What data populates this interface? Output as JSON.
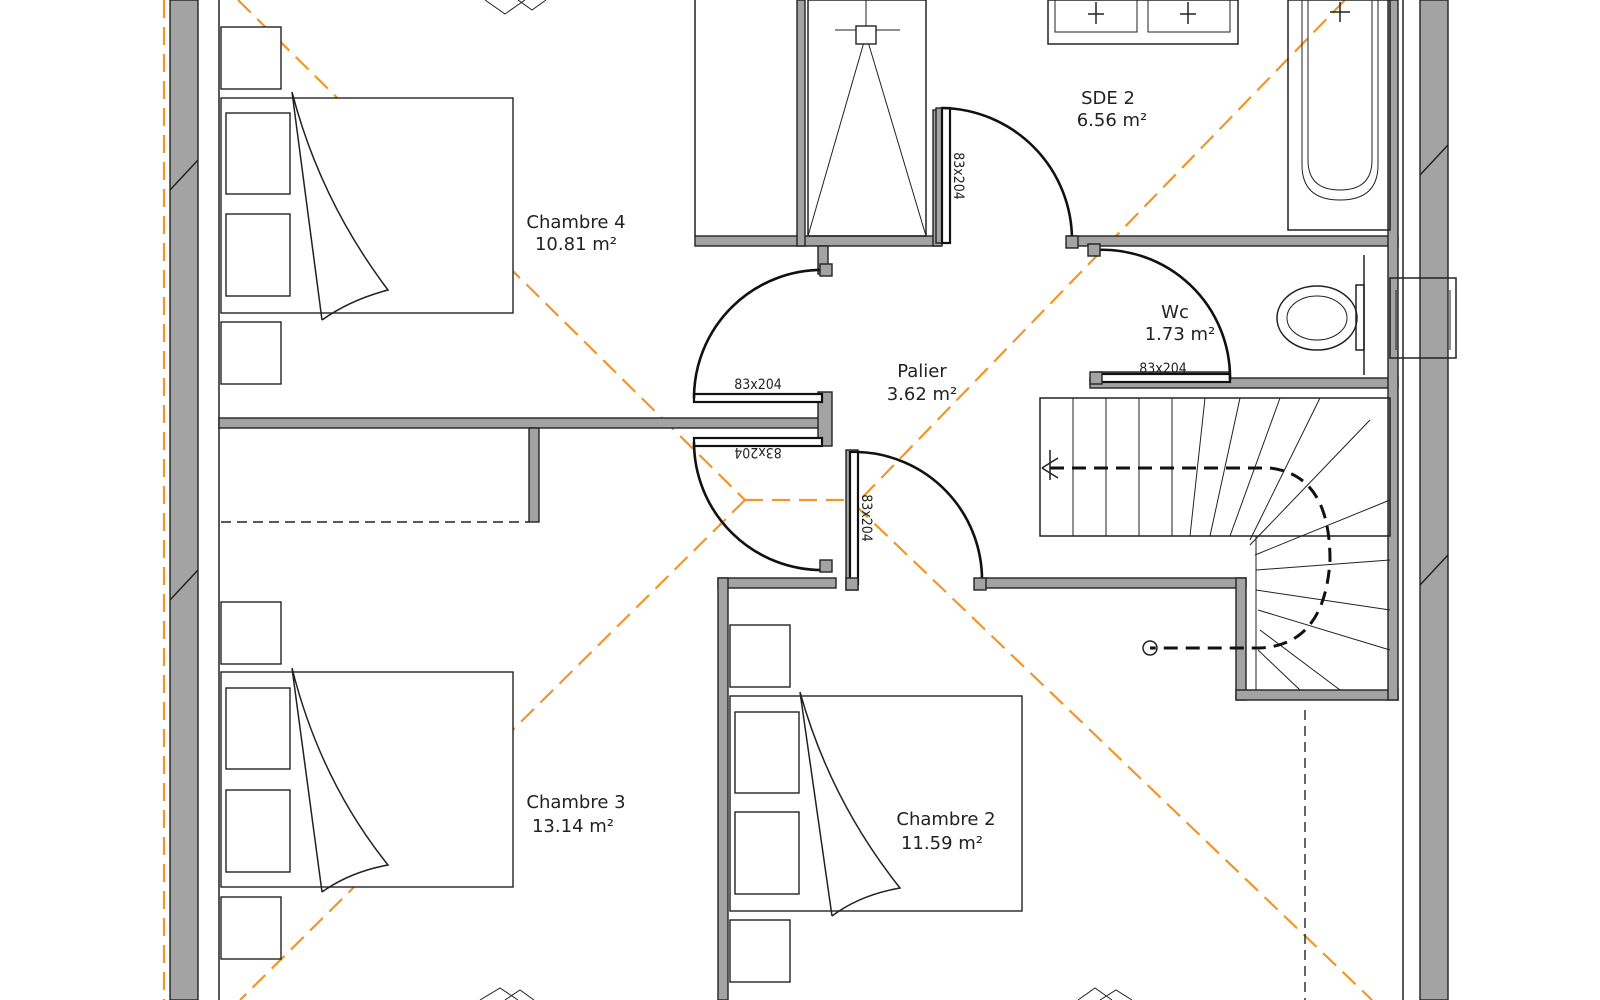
{
  "rooms": {
    "chambre4": {
      "name": "Chambre 4",
      "area": "10.81 m²"
    },
    "sde2": {
      "name": "SDE 2",
      "area": "6.56 m²"
    },
    "wc": {
      "name": "Wc",
      "area": "1.73 m²"
    },
    "palier": {
      "name": "Palier",
      "area": "3.62 m²"
    },
    "chambre3": {
      "name": "Chambre 3",
      "area": "13.14 m²"
    },
    "chambre2": {
      "name": "Chambre 2",
      "area": "11.59 m²"
    }
  },
  "doors": {
    "sde2": "83x204",
    "wc": "83x204",
    "chambre4": "83x204",
    "chambre3": "83x204",
    "chambre2": "83x204"
  },
  "colors": {
    "wall_fill": "#a3a3a3",
    "line": "#222222",
    "roof_projection": "#f0962a"
  }
}
